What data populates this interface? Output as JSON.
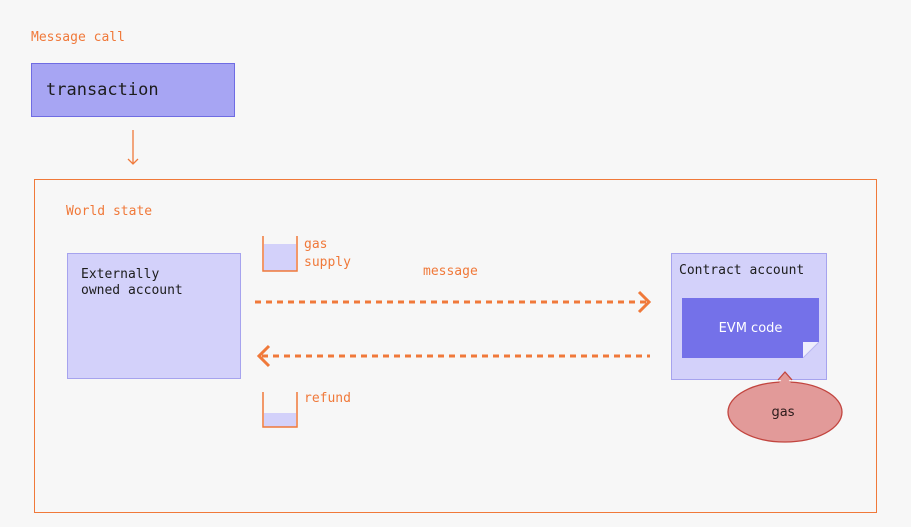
{
  "header": {
    "message_call_label": "Message call"
  },
  "transaction": {
    "label": "transaction"
  },
  "world_state": {
    "label": "World state",
    "eoa": {
      "line1": "Externally",
      "line2": "owned account"
    },
    "contract": {
      "title": "Contract account",
      "evm_code": "EVM code"
    },
    "gas_supply": {
      "line1": "gas",
      "line2": "supply"
    },
    "message_label": "message",
    "refund_label": "refund",
    "gas_label": "gas"
  },
  "colors": {
    "orange": "#f0793a",
    "transaction_fill": "#a7a5f3",
    "account_fill": "#d3d1fa",
    "evm_fill": "#7471e9",
    "gas_fill": "#e29a99"
  },
  "icons": {
    "down_arrow": "down-arrow-icon",
    "cup": "gas-cup-icon",
    "bubble": "speech-bubble-icon"
  }
}
